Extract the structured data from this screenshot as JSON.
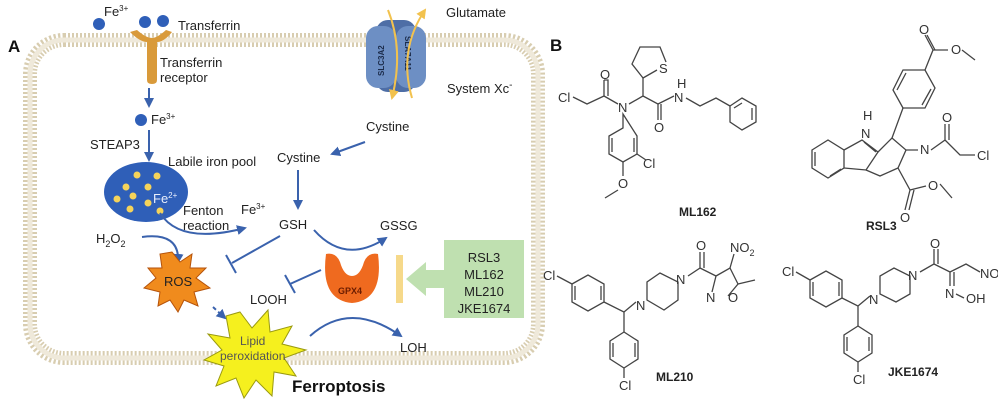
{
  "panels": {
    "a": "A",
    "b": "B"
  },
  "colors": {
    "membrane": "#d8cdb0",
    "iron": "#2f5fb8",
    "transferrin_receptor": "#d99a3a",
    "transporter": "#6d8fc4",
    "transport_arrow": "#f2c24e",
    "pathway_arrow": "#3a62ad",
    "gpx4": "#ef6a1f",
    "ros": "#f08b1d",
    "lipid_peroxidation": "#f5f01e",
    "inhibitor_box": "#bfe0b0",
    "inhibitor_bar": "#f6d98a"
  },
  "panel_a": {
    "fe3_outside": "Fe",
    "fe3_sup": "3+",
    "transferrin": "Transferrin",
    "transferrin_receptor": [
      "Transferrin",
      "receptor"
    ],
    "fe3_inside": "Fe",
    "fe3_inside_sup": "3+",
    "steap3": "STEAP3",
    "labile_iron_pool": "Labile iron pool",
    "fe2": "Fe",
    "fe2_sup": "2+",
    "fenton": [
      "Fenton",
      "reaction"
    ],
    "fe3_fenton": "Fe",
    "fe3_fenton_sup": "3+",
    "h2o2": [
      "H",
      "2",
      "O",
      "2"
    ],
    "ros": "ROS",
    "lipid_peroxidation": [
      "Lipid",
      "peroxidation"
    ],
    "ferroptosis": "Ferroptosis",
    "slc3a2": "SLC3A2",
    "slc7a11": "SLA7A11",
    "glutamate": "Glutamate",
    "system_xc": "System Xc",
    "system_xc_sup": "-",
    "cystine_membrane": "Cystine",
    "cystine_inner": "Cystine",
    "gsh": "GSH",
    "gssg": "GSSG",
    "gpx4": "GPX4",
    "looh": "LOOH",
    "loh": "LOH",
    "inhibitors": [
      "RSL3",
      "ML162",
      "ML210",
      "JKE1674"
    ]
  },
  "panel_b": {
    "compounds": [
      {
        "name": "ML162"
      },
      {
        "name": "RSL3"
      },
      {
        "name": "ML210"
      },
      {
        "name": "JKE1674"
      }
    ],
    "atoms": {
      "cl": "Cl",
      "o": "O",
      "n": "N",
      "s": "S",
      "h": "H",
      "no2": "NO",
      "no2_sub": "2",
      "oh": "OH"
    }
  }
}
